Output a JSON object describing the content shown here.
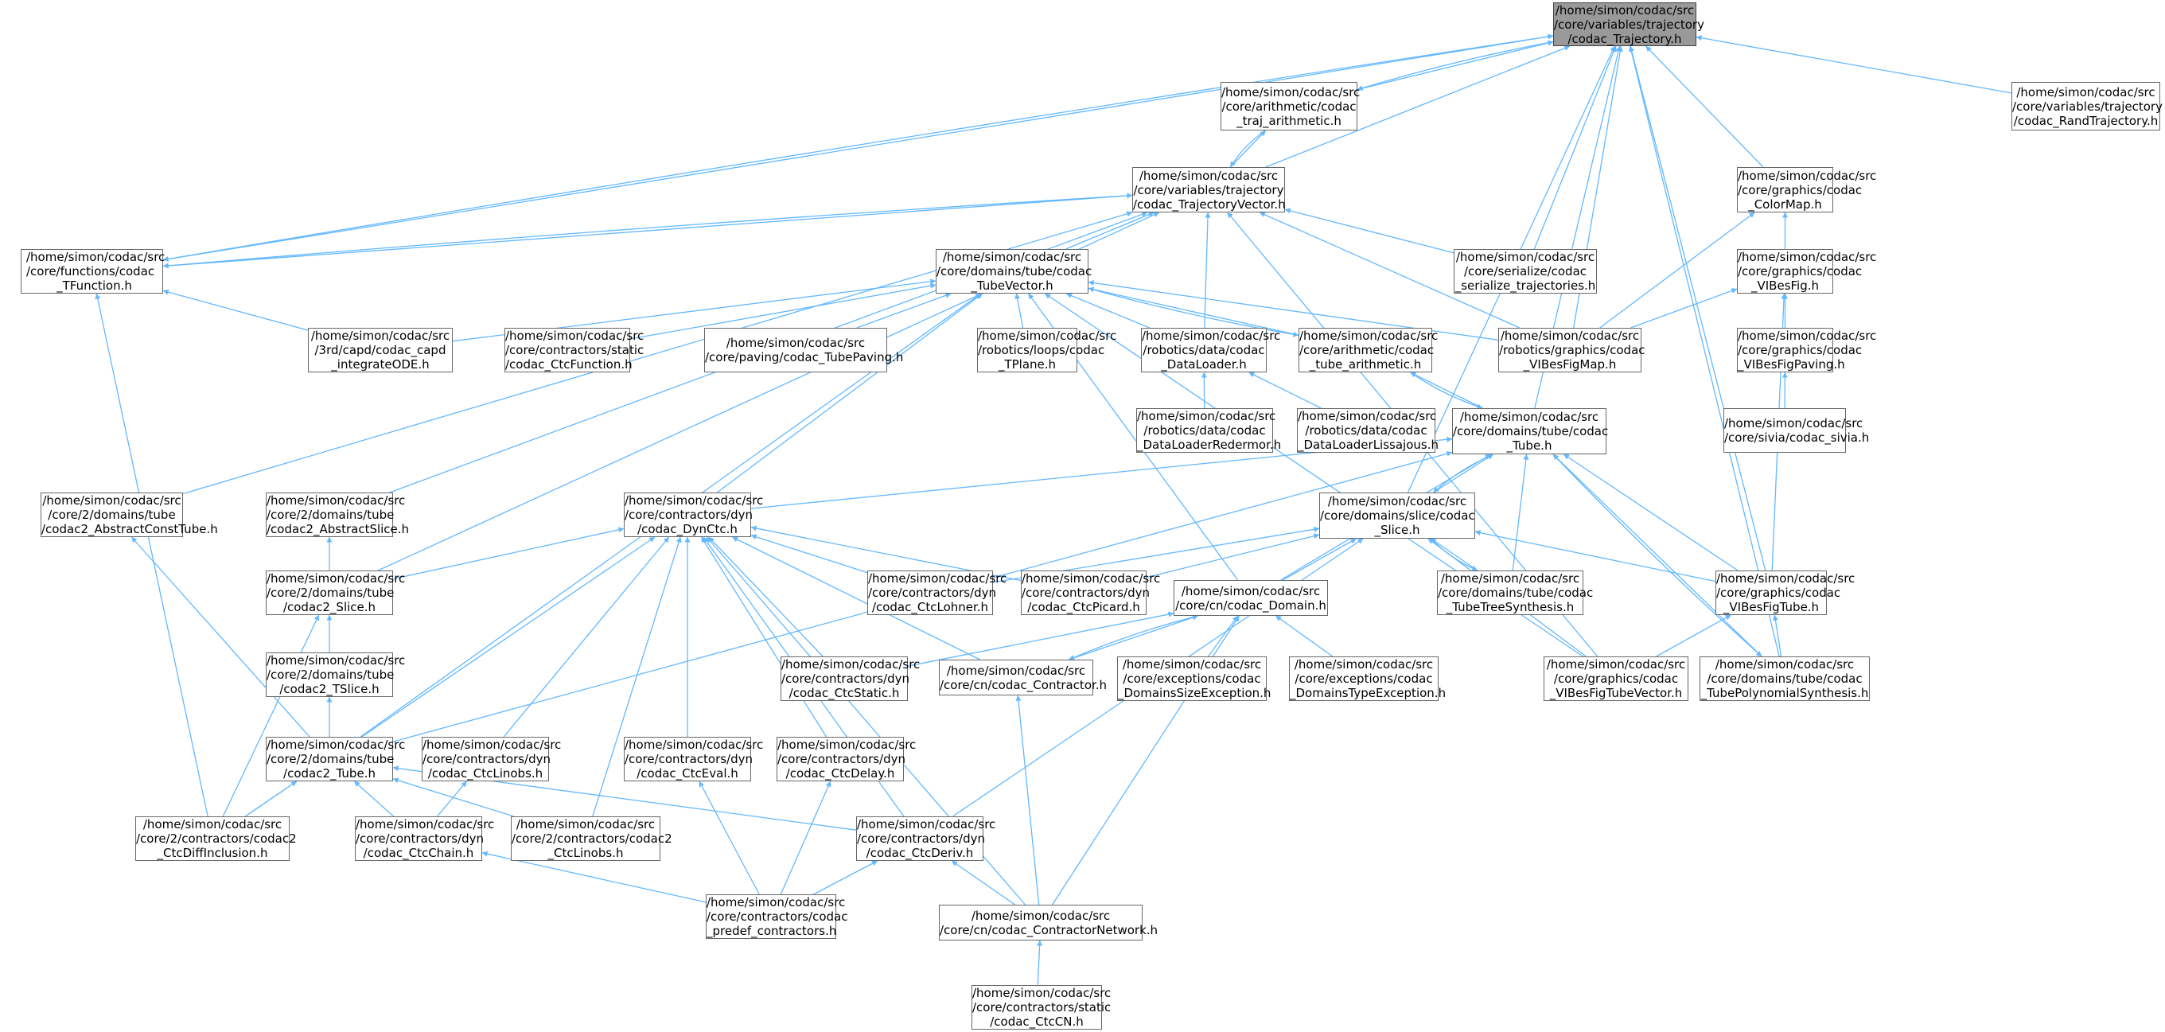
{
  "diagram": {
    "edge_color": "#63b8ff",
    "root_fill": "#999999",
    "node_fill": "#ffffff",
    "node_border": "#666666",
    "nodes": [
      {
        "id": "traj",
        "lines": [
          "/home/simon/codac/src",
          "/core/variables/trajectory",
          "/codac_Trajectory.h"
        ],
        "root": true
      },
      {
        "id": "trajarith",
        "lines": [
          "/home/simon/codac/src",
          "/core/arithmetic/codac",
          "_traj_arithmetic.h"
        ]
      },
      {
        "id": "randtraj",
        "lines": [
          "/home/simon/codac/src",
          "/core/variables/trajectory",
          "/codac_RandTrajectory.h"
        ]
      },
      {
        "id": "trajvec",
        "lines": [
          "/home/simon/codac/src",
          "/core/variables/trajectory",
          "/codac_TrajectoryVector.h"
        ]
      },
      {
        "id": "colormap",
        "lines": [
          "/home/simon/codac/src",
          "/core/graphics/codac",
          "_ColorMap.h"
        ]
      },
      {
        "id": "tfunction",
        "lines": [
          "/home/simon/codac/src",
          "/core/functions/codac",
          "_TFunction.h"
        ]
      },
      {
        "id": "tubevector",
        "lines": [
          "/home/simon/codac/src",
          "/core/domains/tube/codac",
          "_TubeVector.h"
        ]
      },
      {
        "id": "serialize",
        "lines": [
          "/home/simon/codac/src",
          "/core/serialize/codac",
          "_serialize_trajectories.h"
        ]
      },
      {
        "id": "vibesfig",
        "lines": [
          "/home/simon/codac/src",
          "/core/graphics/codac",
          "_VIBesFig.h"
        ]
      },
      {
        "id": "capd",
        "lines": [
          "/home/simon/codac/src",
          "/3rd/capd/codac_capd",
          "_integrateODE.h"
        ]
      },
      {
        "id": "ctcfunction",
        "lines": [
          "/home/simon/codac/src",
          "/core/contractors/static",
          "/codac_CtcFunction.h"
        ]
      },
      {
        "id": "tubepaving",
        "lines": [
          "/home/simon/codac/src",
          "/core/paving/codac_TubePaving.h"
        ]
      },
      {
        "id": "tplane",
        "lines": [
          "/home/simon/codac/src",
          "/robotics/loops/codac",
          "_TPlane.h"
        ]
      },
      {
        "id": "dataloader",
        "lines": [
          "/home/simon/codac/src",
          "/robotics/data/codac",
          "_DataLoader.h"
        ]
      },
      {
        "id": "tubearith",
        "lines": [
          "/home/simon/codac/src",
          "/core/arithmetic/codac",
          "_tube_arithmetic.h"
        ]
      },
      {
        "id": "figmap",
        "lines": [
          "/home/simon/codac/src",
          "/robotics/graphics/codac",
          "_VIBesFigMap.h"
        ]
      },
      {
        "id": "figpaving",
        "lines": [
          "/home/simon/codac/src",
          "/core/graphics/codac",
          "_VIBesFigPaving.h"
        ]
      },
      {
        "id": "redermor",
        "lines": [
          "/home/simon/codac/src",
          "/robotics/data/codac",
          "_DataLoaderRedermor.h"
        ]
      },
      {
        "id": "lissajous",
        "lines": [
          "/home/simon/codac/src",
          "/robotics/data/codac",
          "_DataLoaderLissajous.h"
        ]
      },
      {
        "id": "tube",
        "lines": [
          "/home/simon/codac/src",
          "/core/domains/tube/codac",
          "_Tube.h"
        ]
      },
      {
        "id": "sivia",
        "lines": [
          "/home/simon/codac/src",
          "/core/sivia/codac_sivia.h"
        ]
      },
      {
        "id": "abstractconst",
        "lines": [
          "/home/simon/codac/src",
          "/core/2/domains/tube",
          "/codac2_AbstractConstTube.h"
        ]
      },
      {
        "id": "abstractslice",
        "lines": [
          "/home/simon/codac/src",
          "/core/2/domains/tube",
          "/codac2_AbstractSlice.h"
        ]
      },
      {
        "id": "dynctc",
        "lines": [
          "/home/simon/codac/src",
          "/core/contractors/dyn",
          "/codac_DynCtc.h"
        ]
      },
      {
        "id": "slice",
        "lines": [
          "/home/simon/codac/src",
          "/core/domains/slice/codac",
          "_Slice.h"
        ]
      },
      {
        "id": "slice2",
        "lines": [
          "/home/simon/codac/src",
          "/core/2/domains/tube",
          "/codac2_Slice.h"
        ]
      },
      {
        "id": "lohner",
        "lines": [
          "/home/simon/codac/src",
          "/core/contractors/dyn",
          "/codac_CtcLohner.h"
        ]
      },
      {
        "id": "picard",
        "lines": [
          "/home/simon/codac/src",
          "/core/contractors/dyn",
          "/codac_CtcPicard.h"
        ]
      },
      {
        "id": "domain",
        "lines": [
          "/home/simon/codac/src",
          "/core/cn/codac_Domain.h"
        ]
      },
      {
        "id": "treesynth",
        "lines": [
          "/home/simon/codac/src",
          "/core/domains/tube/codac",
          "_TubeTreeSynthesis.h"
        ]
      },
      {
        "id": "figtube",
        "lines": [
          "/home/simon/codac/src",
          "/core/graphics/codac",
          "_VIBesFigTube.h"
        ]
      },
      {
        "id": "tslice",
        "lines": [
          "/home/simon/codac/src",
          "/core/2/domains/tube",
          "/codac2_TSlice.h"
        ]
      },
      {
        "id": "ctcstatic",
        "lines": [
          "/home/simon/codac/src",
          "/core/contractors/dyn",
          "/codac_CtcStatic.h"
        ]
      },
      {
        "id": "contractor",
        "lines": [
          "/home/simon/codac/src",
          "/core/cn/codac_Contractor.h"
        ]
      },
      {
        "id": "sizeexc",
        "lines": [
          "/home/simon/codac/src",
          "/core/exceptions/codac",
          "_DomainsSizeException.h"
        ]
      },
      {
        "id": "typeexc",
        "lines": [
          "/home/simon/codac/src",
          "/core/exceptions/codac",
          "_DomainsTypeException.h"
        ]
      },
      {
        "id": "figtubevec",
        "lines": [
          "/home/simon/codac/src",
          "/core/graphics/codac",
          "_VIBesFigTubeVector.h"
        ]
      },
      {
        "id": "polysynth",
        "lines": [
          "/home/simon/codac/src",
          "/core/domains/tube/codac",
          "_TubePolynomialSynthesis.h"
        ]
      },
      {
        "id": "tube2",
        "lines": [
          "/home/simon/codac/src",
          "/core/2/domains/tube",
          "/codac2_Tube.h"
        ]
      },
      {
        "id": "linobs",
        "lines": [
          "/home/simon/codac/src",
          "/core/contractors/dyn",
          "/codac_CtcLinobs.h"
        ]
      },
      {
        "id": "ctceval",
        "lines": [
          "/home/simon/codac/src",
          "/core/contractors/dyn",
          "/codac_CtcEval.h"
        ]
      },
      {
        "id": "ctcdelay",
        "lines": [
          "/home/simon/codac/src",
          "/core/contractors/dyn",
          "/codac_CtcDelay.h"
        ]
      },
      {
        "id": "diffincl",
        "lines": [
          "/home/simon/codac/src",
          "/core/2/contractors/codac2",
          "_CtcDiffInclusion.h"
        ]
      },
      {
        "id": "ctcchain",
        "lines": [
          "/home/simon/codac/src",
          "/core/contractors/dyn",
          "/codac_CtcChain.h"
        ]
      },
      {
        "id": "linobs2",
        "lines": [
          "/home/simon/codac/src",
          "/core/2/contractors/codac2",
          "_CtcLinobs.h"
        ]
      },
      {
        "id": "ctcderiv",
        "lines": [
          "/home/simon/codac/src",
          "/core/contractors/dyn",
          "/codac_CtcDeriv.h"
        ]
      },
      {
        "id": "predef",
        "lines": [
          "/home/simon/codac/src",
          "/core/contractors/codac",
          "_predef_contractors.h"
        ]
      },
      {
        "id": "cn",
        "lines": [
          "/home/simon/codac/src",
          "/core/cn/codac_ContractorNetwork.h"
        ]
      },
      {
        "id": "ctccn",
        "lines": [
          "/home/simon/codac/src",
          "/core/contractors/static",
          "/codac_CtcCN.h"
        ]
      }
    ],
    "edges": [
      [
        "trajarith",
        "traj"
      ],
      [
        "traj",
        "trajarith"
      ],
      [
        "randtraj",
        "traj"
      ],
      [
        "trajvec",
        "traj"
      ],
      [
        "colormap",
        "traj"
      ],
      [
        "tfunction",
        "traj"
      ],
      [
        "traj",
        "tfunction"
      ],
      [
        "serialize",
        "traj"
      ],
      [
        "figmap",
        "traj"
      ],
      [
        "tube",
        "traj"
      ],
      [
        "slice",
        "traj"
      ],
      [
        "figtube",
        "traj"
      ],
      [
        "polysynth",
        "traj"
      ],
      [
        "trajvec",
        "trajarith"
      ],
      [
        "trajarith",
        "trajvec"
      ],
      [
        "tfunction",
        "trajvec"
      ],
      [
        "trajvec",
        "tfunction"
      ],
      [
        "tubevector",
        "trajvec"
      ],
      [
        "serialize",
        "trajvec"
      ],
      [
        "figmap",
        "trajvec"
      ],
      [
        "dataloader",
        "trajvec"
      ],
      [
        "figtubevec",
        "trajvec"
      ],
      [
        "abstractconst",
        "trajvec"
      ],
      [
        "abstractslice",
        "trajvec"
      ],
      [
        "slice2",
        "trajvec"
      ],
      [
        "vibesfig",
        "colormap"
      ],
      [
        "figmap",
        "colormap"
      ],
      [
        "capd",
        "tfunction"
      ],
      [
        "diffincl",
        "tfunction"
      ],
      [
        "capd",
        "tubevector"
      ],
      [
        "ctcfunction",
        "tubevector"
      ],
      [
        "tubepaving",
        "tubevector"
      ],
      [
        "tplane",
        "tubevector"
      ],
      [
        "dataloader",
        "tubevector"
      ],
      [
        "tubearith",
        "tubevector"
      ],
      [
        "tubevector",
        "tubearith"
      ],
      [
        "figmap",
        "tubevector"
      ],
      [
        "dynctc",
        "tubevector"
      ],
      [
        "domain",
        "tubevector"
      ],
      [
        "tube2",
        "tubevector"
      ],
      [
        "figtubevec",
        "tubevector"
      ],
      [
        "figmap",
        "vibesfig"
      ],
      [
        "figpaving",
        "vibesfig"
      ],
      [
        "figtube",
        "vibesfig"
      ],
      [
        "redermor",
        "dataloader"
      ],
      [
        "lissajous",
        "dataloader"
      ],
      [
        "tube",
        "tubearith"
      ],
      [
        "tubearith",
        "tube"
      ],
      [
        "sivia",
        "figpaving"
      ],
      [
        "dynctc",
        "tube"
      ],
      [
        "slice",
        "tube"
      ],
      [
        "tube",
        "slice"
      ],
      [
        "domain",
        "tube"
      ],
      [
        "treesynth",
        "tube"
      ],
      [
        "figtube",
        "tube"
      ],
      [
        "polysynth",
        "tube"
      ],
      [
        "tube",
        "polysynth"
      ],
      [
        "tube2",
        "tube"
      ],
      [
        "slice2",
        "abstractslice"
      ],
      [
        "tube2",
        "abstractconst"
      ],
      [
        "slice2",
        "dynctc"
      ],
      [
        "lohner",
        "dynctc"
      ],
      [
        "picard",
        "dynctc"
      ],
      [
        "contractor",
        "dynctc"
      ],
      [
        "ctcstatic",
        "dynctc"
      ],
      [
        "diffincl",
        "dynctc"
      ],
      [
        "linobs",
        "dynctc"
      ],
      [
        "ctceval",
        "dynctc"
      ],
      [
        "ctcdelay",
        "dynctc"
      ],
      [
        "linobs2",
        "dynctc"
      ],
      [
        "ctcderiv",
        "dynctc"
      ],
      [
        "cn",
        "dynctc"
      ],
      [
        "lohner",
        "slice"
      ],
      [
        "picard",
        "slice"
      ],
      [
        "domain",
        "slice"
      ],
      [
        "treesynth",
        "slice"
      ],
      [
        "slice",
        "treesynth"
      ],
      [
        "figtube",
        "slice"
      ],
      [
        "figtubevec",
        "slice"
      ],
      [
        "ctcderiv",
        "slice"
      ],
      [
        "tslice",
        "slice2"
      ],
      [
        "diffincl",
        "slice2"
      ],
      [
        "ctcstatic",
        "domain"
      ],
      [
        "contractor",
        "domain"
      ],
      [
        "domain",
        "contractor"
      ],
      [
        "sizeexc",
        "domain"
      ],
      [
        "typeexc",
        "domain"
      ],
      [
        "cn",
        "domain"
      ],
      [
        "figtubevec",
        "figtube"
      ],
      [
        "polysynth",
        "figtube"
      ],
      [
        "tube2",
        "tslice"
      ],
      [
        "cn",
        "contractor"
      ],
      [
        "diffincl",
        "tube2"
      ],
      [
        "ctcchain",
        "tube2"
      ],
      [
        "linobs2",
        "tube2"
      ],
      [
        "ctcderiv",
        "tube2"
      ],
      [
        "ctcchain",
        "linobs"
      ],
      [
        "predef",
        "ctceval"
      ],
      [
        "predef",
        "ctcdelay"
      ],
      [
        "predef",
        "ctcchain"
      ],
      [
        "predef",
        "ctcderiv"
      ],
      [
        "cn",
        "ctcderiv"
      ],
      [
        "ctccn",
        "cn"
      ]
    ]
  }
}
